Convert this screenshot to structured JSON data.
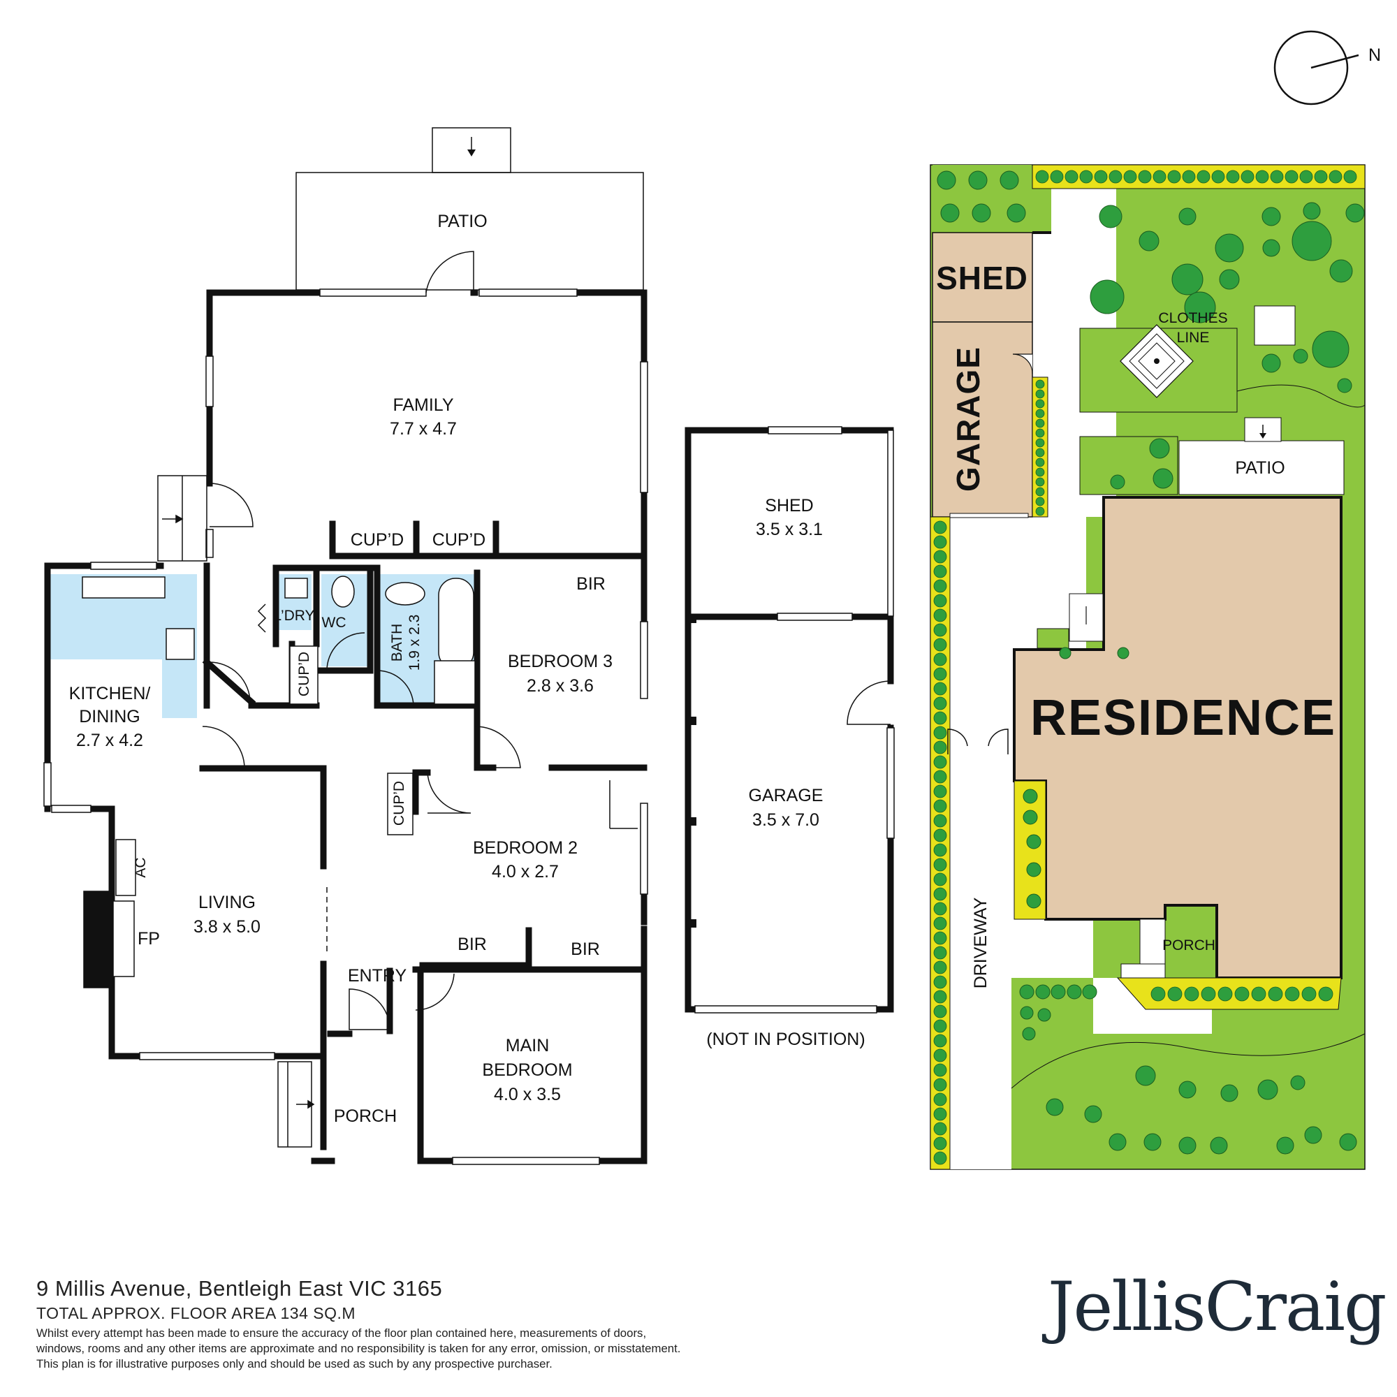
{
  "compass": {
    "label": "N"
  },
  "floorplan": {
    "rooms": {
      "patio": "PATIO",
      "family_name": "FAMILY",
      "family_dims": "7.7 x 4.7",
      "cupd_1": "CUP’D",
      "cupd_2": "CUP’D",
      "cupd_3": "CUP’D",
      "cupd_4": "CUP’D",
      "kitchen_name_1": "KITCHEN/",
      "kitchen_name_2": "DINING",
      "kitchen_dims": "2.7 x 4.2",
      "laundry": "L’DRY",
      "wc": "WC",
      "bath_name": "BATH",
      "bath_dims": "1.9 x 2.3",
      "bir_1": "BIR",
      "bir_2": "BIR",
      "bir_3": "BIR",
      "bedroom3_name": "BEDROOM 3",
      "bedroom3_dims": "2.8 x 3.6",
      "bedroom2_name": "BEDROOM 2",
      "bedroom2_dims": "4.0 x 2.7",
      "living_name": "LIVING",
      "living_dims": "3.8 x 5.0",
      "ac": "AC",
      "fp": "FP",
      "entry": "ENTRY",
      "porch": "PORCH",
      "main_bedroom_1": "MAIN",
      "main_bedroom_2": "BEDROOM",
      "main_bedroom_dims": "4.0 x 3.5"
    }
  },
  "outbuildings": {
    "shed_name": "SHED",
    "shed_dims": "3.5 x 3.1",
    "garage_name": "GARAGE",
    "garage_dims": "3.5 x 7.0",
    "note": "(NOT IN POSITION)"
  },
  "site_plan": {
    "shed": "SHED",
    "garage": "GARAGE",
    "clothes_line_1": "CLOTHES",
    "clothes_line_2": "LINE",
    "patio": "PATIO",
    "residence": "RESIDENCE",
    "driveway": "DRIVEWAY",
    "porch": "PORCH"
  },
  "footer": {
    "address": "9 Millis Avenue, Bentleigh East VIC 3165",
    "floor_area": "TOTAL APPROX. FLOOR AREA 134 SQ.M",
    "disclaimer_lines": [
      "Whilst every attempt has been made to ensure the accuracy of the floor plan contained here, measurements of doors,",
      "windows, rooms and any other items are approximate and no responsibility is taken for any error, omission, or misstatement.",
      "This plan is for illustrative purposes only and should be used as such by any prospective purchaser."
    ],
    "brand": "JellisCraig"
  },
  "colors": {
    "wall": "#111111",
    "wet_area": "#c5e6f7",
    "lawn": "#8dc63f",
    "tree": "#2e9e3e",
    "hedge": "#e8e21b",
    "building_fill": "#e3c9ab",
    "brand": "#1e2b38"
  }
}
